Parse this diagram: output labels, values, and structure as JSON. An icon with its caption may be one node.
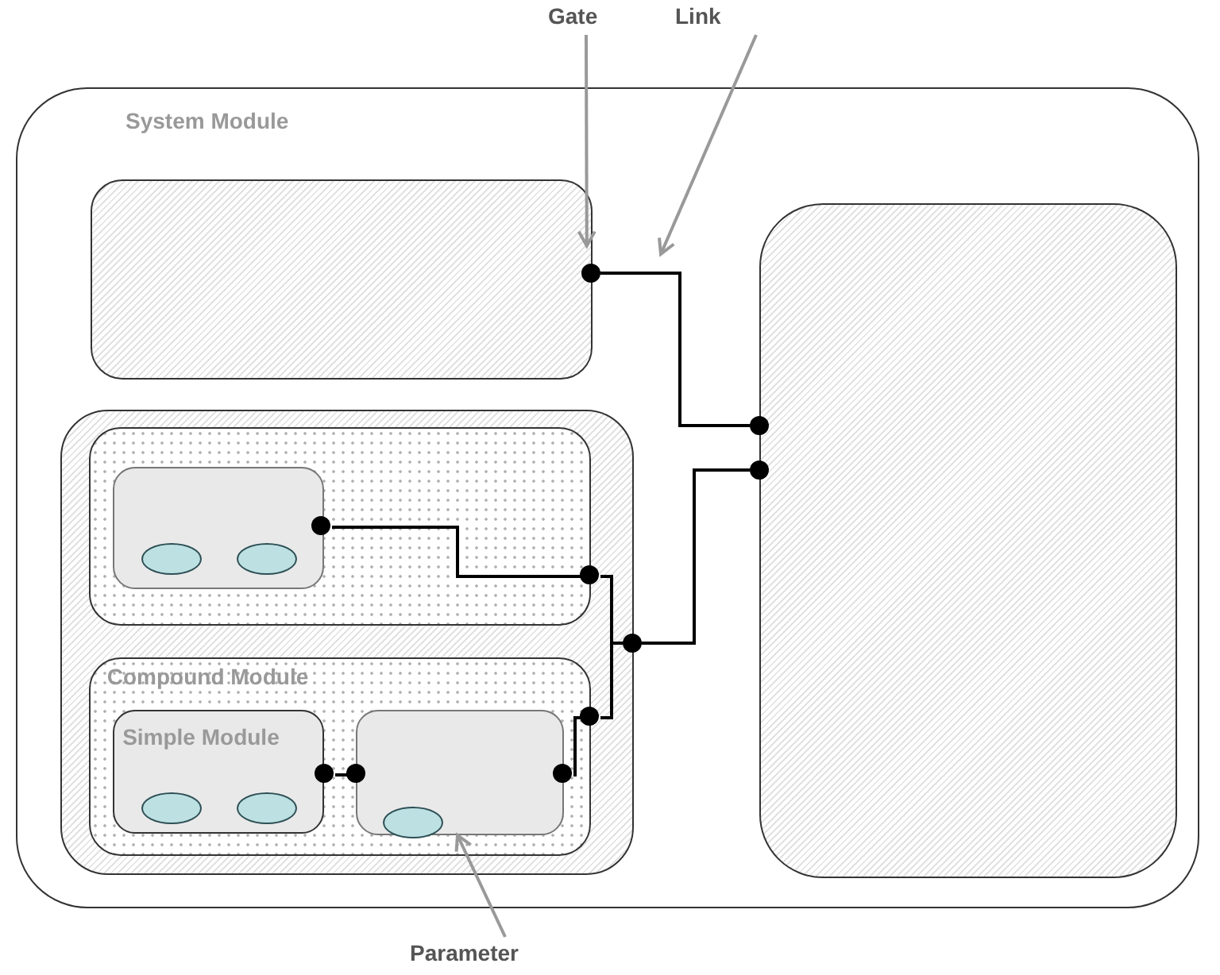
{
  "diagram": {
    "nodes": [
      {
        "text": [
          "Gate"
        ]
      },
      {
        "text": [
          "Link"
        ]
      },
      {
        "text": [
          "System Module"
        ]
      },
      {
        "text": [],
        "shape": "box",
        "in": 2
      },
      {
        "text": [],
        "shape": "box",
        "in": 2
      },
      {
        "text": [],
        "shape": "box",
        "in": 2
      },
      {
        "text": [],
        "shape": "box",
        "in": 5
      },
      {
        "text": [],
        "shape": "box",
        "in": 6
      },
      {
        "text": [],
        "shape": "ellipse",
        "in": 7
      },
      {
        "text": [],
        "shape": "ellipse",
        "in": 7
      },
      {
        "text": [
          "Compound Module"
        ],
        "in": 5
      },
      {
        "text": [
          "Simple Module"
        ],
        "in": 10
      },
      {
        "text": [],
        "shape": "ellipse",
        "in": 11
      },
      {
        "text": [],
        "shape": "ellipse",
        "in": 11
      },
      {
        "text": [],
        "shape": "box",
        "in": 10
      },
      {
        "text": [],
        "shape": "ellipse",
        "in": 14
      },
      {
        "text": [
          "Parameter"
        ]
      },
      {
        "text": [],
        "shape": "circle",
        "in": 2
      },
      {
        "text": [],
        "shape": "circle",
        "in": 2
      },
      {
        "text": [],
        "shape": "circle",
        "in": 2
      },
      {
        "text": [],
        "shape": "circle",
        "in": 6
      },
      {
        "text": [],
        "shape": "circle",
        "in": 5
      },
      {
        "text": [],
        "shape": "circle",
        "in": 2
      },
      {
        "text": [],
        "shape": "circle",
        "in": 5
      },
      {
        "text": [],
        "shape": "circle",
        "in": 10
      },
      {
        "text": [],
        "shape": "circle",
        "in": 10
      },
      {
        "text": [],
        "shape": "circle",
        "in": 10
      }
    ],
    "edges": [
      {
        "from": 17,
        "to": 18,
        "arrow": "none"
      },
      {
        "from": 22,
        "to": 19,
        "arrow": "none"
      },
      {
        "from": 20,
        "to": 21,
        "arrow": "none"
      },
      {
        "from": 21,
        "to": 22,
        "arrow": "none"
      },
      {
        "from": 23,
        "to": 22,
        "arrow": "none"
      },
      {
        "from": 26,
        "to": 23,
        "arrow": "none"
      },
      {
        "from": 24,
        "to": 25,
        "arrow": "none"
      },
      {
        "from": 0,
        "to": 17,
        "arrow": "to",
        "color": "#999999"
      },
      {
        "from": 1,
        "to": null,
        "arrow": "to",
        "color": "#999999"
      },
      {
        "from": 16,
        "to": 15,
        "arrow": "to",
        "color": "#999999"
      }
    ]
  }
}
